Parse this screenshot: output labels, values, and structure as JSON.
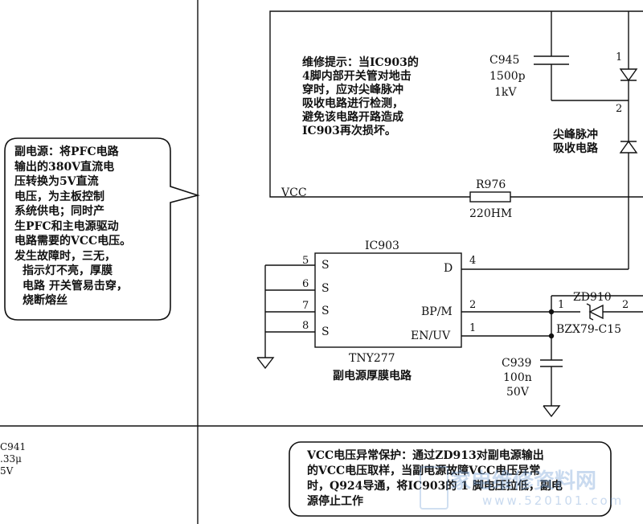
{
  "notes": {
    "repair_tip": [
      "维修提示：当IC903的",
      "4脚内部开关管对地击",
      "穿时，应对尖峰脉冲",
      "吸收电路进行检测，",
      "避免该电路开路造成",
      "IC903再次损坏。"
    ],
    "aux_power": [
      "副电源：将PFC电路",
      "输出的380V直流电",
      "压转换为5V直流",
      "电压，为主板控制",
      "系统供电；同时产",
      "生PFC和主电源驱动",
      "电路需要的VCC电压。",
      "发生故障时，三无，",
      "指示灯不亮，厚膜",
      "电路 开关管易击穿，",
      "烧断熔丝"
    ],
    "vcc_protect": [
      "VCC电压异常保护：通过ZD913对副电源输出",
      "的VCC电压取样，当副电源故障VCC电压异常",
      "时，Q924导通，将IC903的 1 脚电压拉低，副电",
      "源停止工作"
    ]
  },
  "components": {
    "c945": {
      "ref": "C945",
      "value": "1500p",
      "rating": "1kV"
    },
    "snubber_label": [
      "尖峰脉冲",
      "吸收电路"
    ],
    "r976": {
      "ref": "R976",
      "value": "220HM"
    },
    "vcc_label": "VCC",
    "ic903": {
      "ref": "IC903",
      "part": "TNY277",
      "caption": "副电源厚膜电路",
      "left_pins": [
        {
          "num": "5",
          "name": "S"
        },
        {
          "num": "6",
          "name": "S"
        },
        {
          "num": "7",
          "name": "S"
        },
        {
          "num": "8",
          "name": "S"
        }
      ],
      "right_pins": [
        {
          "num": "4",
          "name": "D"
        },
        {
          "num": "2",
          "name": "BP/M"
        },
        {
          "num": "1",
          "name": "EN/UV"
        }
      ]
    },
    "zd910": {
      "ref": "ZD910",
      "part": "BZX79-C15",
      "pin1": "1",
      "pin2": "2"
    },
    "c939": {
      "ref": "C939",
      "value": "100n",
      "rating": "50V"
    },
    "c941_partial": [
      "C941",
      ".33μ",
      "5V"
    ],
    "diode_pins": [
      "1",
      "2"
    ]
  },
  "watermark": {
    "line1": "家电维修资料网",
    "line2": "www.520101.com"
  }
}
